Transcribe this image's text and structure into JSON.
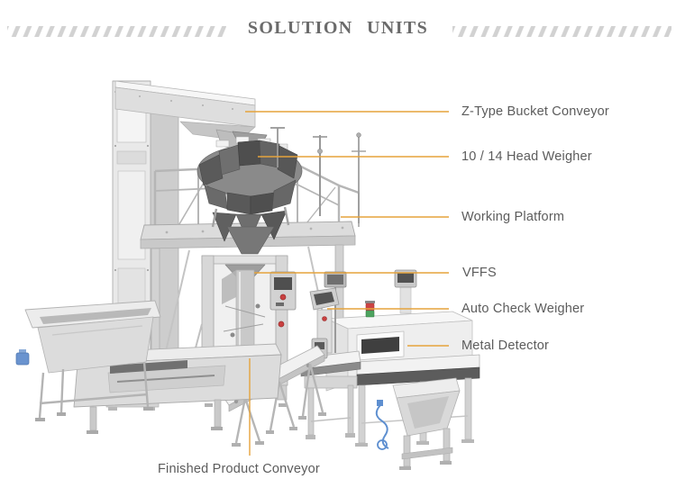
{
  "header": {
    "title": "SOLUTION UNITS"
  },
  "colors": {
    "leader_line": "#E5A33C",
    "label_text": "#5C5C5C",
    "title_text": "#6B6B6B",
    "hatch_marks": "#D2D2D2",
    "indicator_light_top": "#CC4444",
    "indicator_light_bottom": "#4DA35F",
    "machine_metal_light": "#ECECEC",
    "machine_metal_dark": "#5A5A5A"
  },
  "labels": {
    "z_type_bucket_conveyor": "Z-Type Bucket Conveyor",
    "head_weigher": "10 / 14 Head Weigher",
    "working_platform": "Working Platform",
    "vffs": "VFFS",
    "auto_check_weigher": "Auto Check Weigher",
    "metal_detector": "Metal Detector",
    "finished_product_conveyor": "Finished Product Conveyor"
  }
}
